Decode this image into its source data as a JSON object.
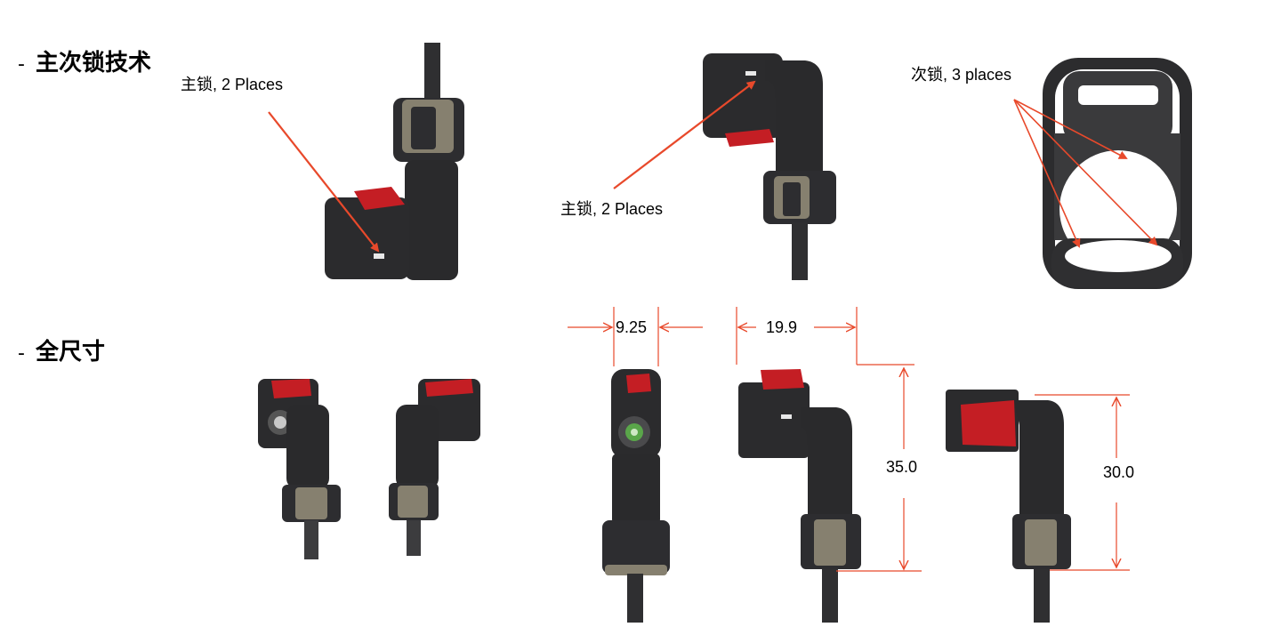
{
  "sections": {
    "locking": {
      "dash": "-",
      "title": "主次锁技术"
    },
    "dimensions": {
      "dash": "-",
      "title": "全尺寸"
    }
  },
  "annotations": {
    "primary_lock_left": "主锁, 2 Places",
    "primary_lock_right": "主锁, 2 Places",
    "secondary_lock": "次锁, 3 places"
  },
  "dimension_values": {
    "width_front": "9.25",
    "width_side": "19.9",
    "height_side": "35.0",
    "height_back": "30.0"
  },
  "colors": {
    "arrow": "#e8492b",
    "housing": "#2a2a2c",
    "latch": "#c41e24",
    "ring": "#8d877c"
  }
}
